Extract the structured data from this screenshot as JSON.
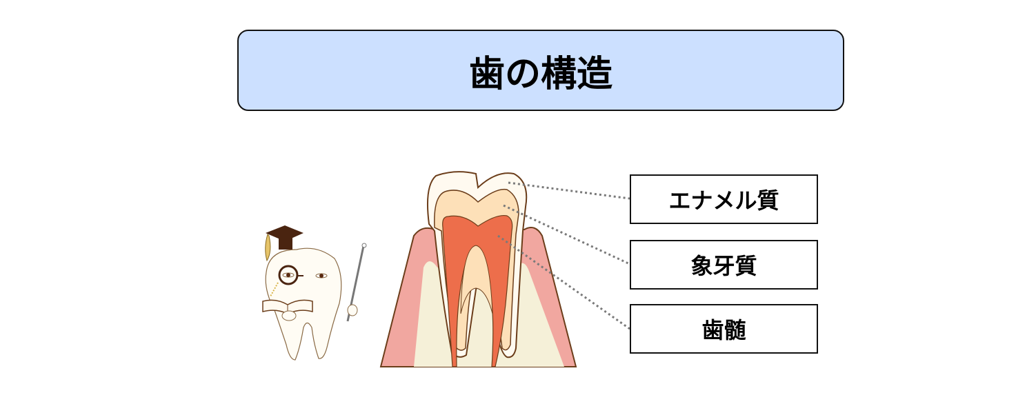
{
  "title": "歯の構造",
  "labels": [
    {
      "text": "エナメル質"
    },
    {
      "text": "象牙質"
    },
    {
      "text": "歯髄"
    }
  ],
  "colors": {
    "title_bg": "#cce0ff",
    "gum": "#f1a7a0",
    "bone": "#f5f0d8",
    "enamel": "#fffaf0",
    "dentin": "#fde0b8",
    "pulp": "#ed6e4b",
    "outline": "#6b3d1a",
    "leader": "#7a7a7a"
  }
}
